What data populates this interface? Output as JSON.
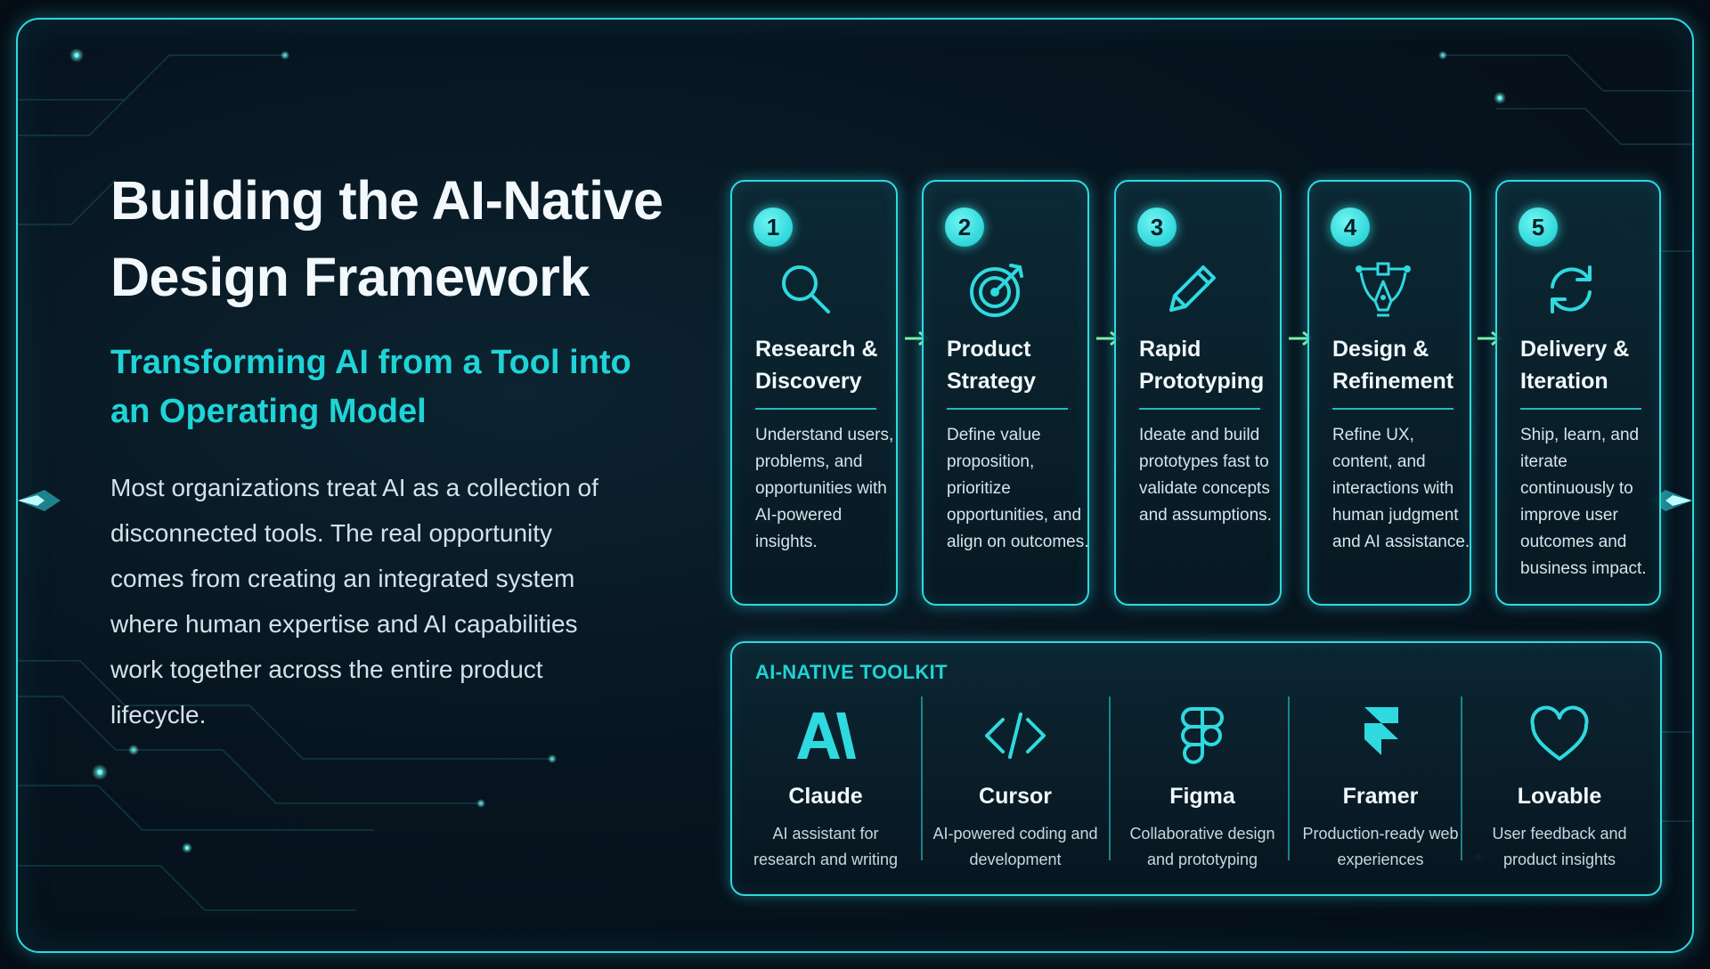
{
  "headline": {
    "title": "Building the AI-Native Design Framework",
    "subtitle": "Transforming AI from a Tool into an Operating Model",
    "body": "Most organizations treat AI as a collection of disconnected tools. The real opportunity comes from creating an integrated system where human expertise and AI capabilities work together across the entire product lifecycle."
  },
  "steps": [
    {
      "number": "1",
      "title": "Research & Discovery",
      "description": "Understand users, problems, and opportunities with AI-powered insights.",
      "icon": "search-icon"
    },
    {
      "number": "2",
      "title": "Product Strategy",
      "description": "Define value proposition, prioritize opportunities, and align on outcomes.",
      "icon": "target-icon"
    },
    {
      "number": "3",
      "title": "Rapid Prototyping",
      "description": "Ideate and build prototypes fast to validate concepts and assumptions.",
      "icon": "pencil-icon"
    },
    {
      "number": "4",
      "title": "Design & Refinement",
      "description": "Refine UX, content, and interactions with human judgment and AI assistance.",
      "icon": "pen-tool-icon"
    },
    {
      "number": "5",
      "title": "Delivery & Iteration",
      "description": "Ship, learn, and iterate continuously to improve user outcomes and business impact.",
      "icon": "refresh-icon"
    }
  ],
  "toolkit": {
    "label": "AI-NATIVE TOOLKIT",
    "tools": [
      {
        "name": "Claude",
        "description": "AI assistant for research and writing",
        "icon": "claude-logo-icon"
      },
      {
        "name": "Cursor",
        "description": "AI-powered coding and development",
        "icon": "code-brackets-icon"
      },
      {
        "name": "Figma",
        "description": "Collaborative design and prototyping",
        "icon": "figma-logo-icon"
      },
      {
        "name": "Framer",
        "description": "Production-ready web experiences",
        "icon": "framer-logo-icon"
      },
      {
        "name": "Lovable",
        "description": "User feedback and product insights",
        "icon": "heart-icon"
      }
    ]
  },
  "colors": {
    "accent": "#2fd9e0",
    "accent_text": "#1fd3d6",
    "arrow": "#7cf2a6",
    "background": "#050d16"
  }
}
